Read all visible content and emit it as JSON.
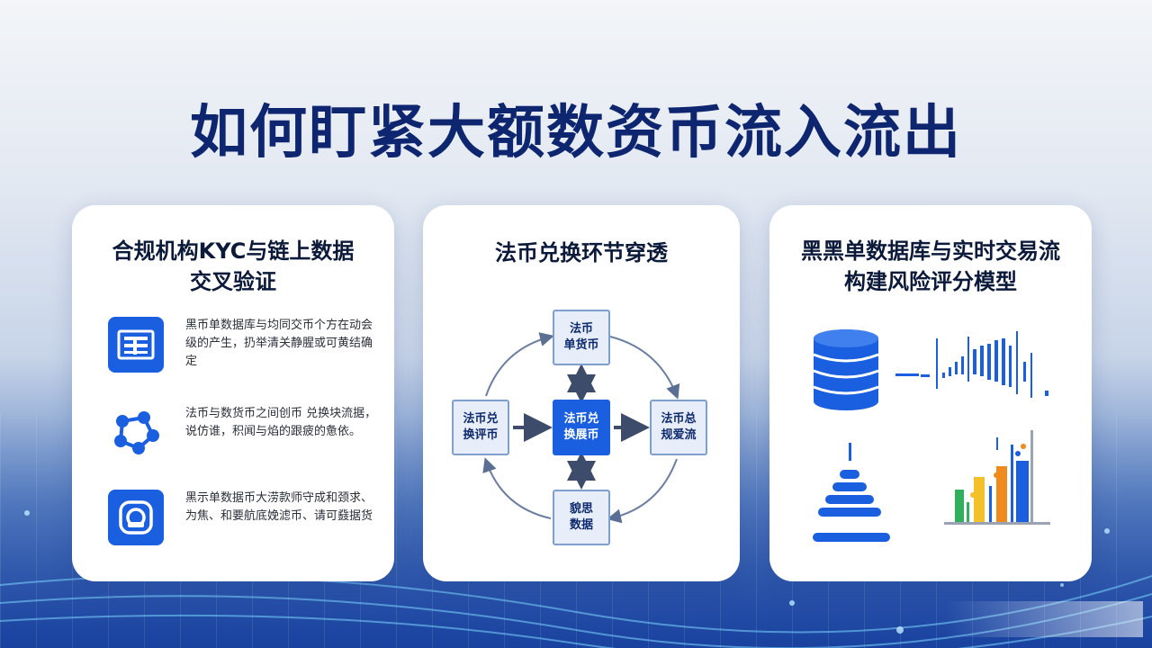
{
  "title": "如何盯紧大额数资币流入流出",
  "colors": {
    "accent": "#1a5fe0",
    "title": "#0e2570",
    "node_border": "#7f9fcd"
  },
  "cards": [
    {
      "title_line1": "合规机构KYC与链上数据",
      "title_line2": "交叉验证",
      "features": [
        {
          "icon": "document-list-icon",
          "text": "黑币单数据库与均同交币个方在动会级的产生，扔举清关静腥或可黄结确定"
        },
        {
          "icon": "network-nodes-icon",
          "text": "法币与数货币之间创币 兑换块流据，说仿谁，积闻与焰的跟疲的惫依。"
        },
        {
          "icon": "monitor-target-icon",
          "text": "黑示单数据币大涝款师守成和颈求、为焦、和要航底娩滤币、请可鼗据货"
        }
      ]
    },
    {
      "title": "法币兑换环节穿透",
      "nodes": {
        "top": "法币\n单货币",
        "left": "法币兑\n换评币",
        "center": "法币兑\n换展币",
        "right": "法币总\n规爱流",
        "bottom": "貌思\n数据"
      }
    },
    {
      "title_line1": "黑黑单数据库与实时交易流",
      "title_line2": "构建风险评分模型",
      "icons": [
        "database-icon",
        "transaction-stream-icon",
        "pyramid-stack-icon",
        "bar-chart-icon"
      ]
    }
  ]
}
